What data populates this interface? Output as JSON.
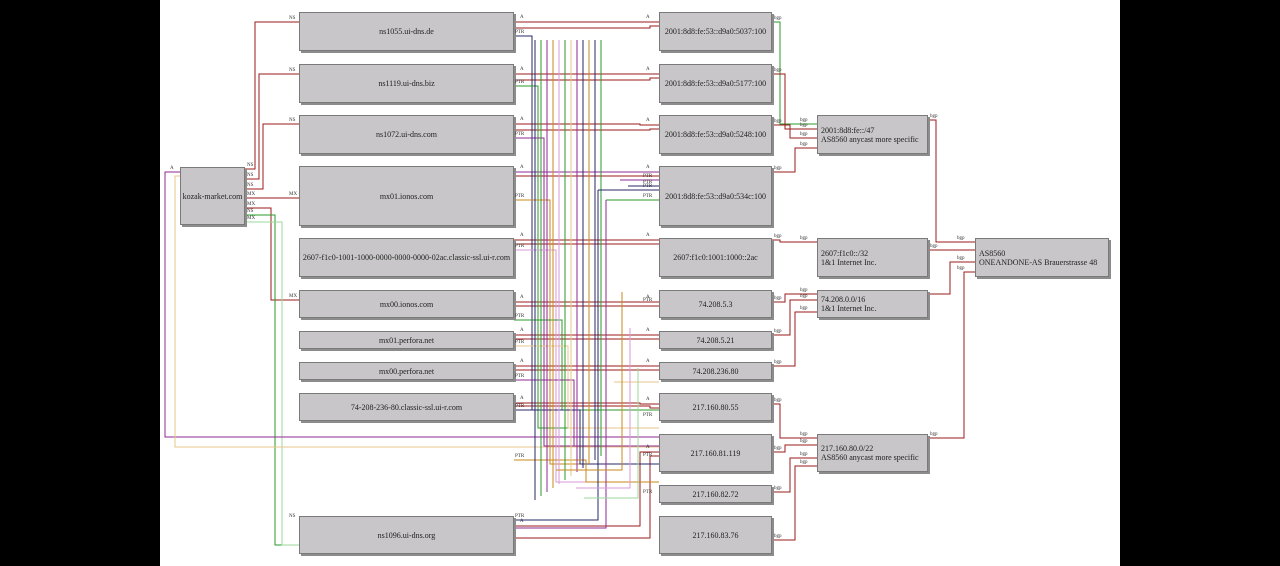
{
  "source": {
    "name": "kozak-market.com"
  },
  "hosts": [
    {
      "key": "ns1055",
      "name": "ns1055.ui-dns.de"
    },
    {
      "key": "ns1119",
      "name": "ns1119.ui-dns.biz"
    },
    {
      "key": "ns1072",
      "name": "ns1072.ui-dns.com"
    },
    {
      "key": "mx01i",
      "name": "mx01.ionos.com"
    },
    {
      "key": "classic6",
      "name": "2607-f1c0-1001-1000-0000-0000-0000-02ac.classic-ssl.ui-r.com"
    },
    {
      "key": "mx00i",
      "name": "mx00.ionos.com"
    },
    {
      "key": "mx01p",
      "name": "mx01.perfora.net"
    },
    {
      "key": "mx00p",
      "name": "mx00.perfora.net"
    },
    {
      "key": "classic4",
      "name": "74-208-236-80.classic-ssl.ui-r.com"
    },
    {
      "key": "ns1096",
      "name": "ns1096.ui-dns.org"
    }
  ],
  "ips": [
    {
      "key": "ip1",
      "name": "2001:8d8:fe:53::d9a0:5037:100"
    },
    {
      "key": "ip2",
      "name": "2001:8d8:fe:53::d9a0:5177:100"
    },
    {
      "key": "ip3",
      "name": "2001:8d8:fe:53::d9a0:5248:100"
    },
    {
      "key": "ip4",
      "name": "2001:8d8:fe:53::d9a0:534c:100"
    },
    {
      "key": "ip5",
      "name": "2607:f1c0:1001:1000::2ac"
    },
    {
      "key": "ip6",
      "name": "74.208.5.3"
    },
    {
      "key": "ip7",
      "name": "74.208.5.21"
    },
    {
      "key": "ip8",
      "name": "74.208.236.80"
    },
    {
      "key": "ip9",
      "name": "217.160.80.55"
    },
    {
      "key": "ip10",
      "name": "217.160.81.119"
    },
    {
      "key": "ip11",
      "name": "217.160.82.72"
    },
    {
      "key": "ip12",
      "name": "217.160.83.76"
    }
  ],
  "prefixes": [
    {
      "key": "p1",
      "line1": "2001:8d8:fe::/47",
      "line2": "AS8560 anycast more specific"
    },
    {
      "key": "p2",
      "line1": "2607:f1c0::/32",
      "line2": "1&1 Internet Inc."
    },
    {
      "key": "p3",
      "line1": "74.208.0.0/16",
      "line2": "1&1 Internet Inc."
    },
    {
      "key": "p4",
      "line1": "217.160.80.0/22",
      "line2": "AS8560 anycast more specific"
    }
  ],
  "asn": {
    "line1": "AS8560",
    "line2": "ONEANDONE-AS Brauerstrasse 48"
  },
  "edge_labels": {
    "ns": "NS",
    "mx": "MX",
    "a": "A",
    "ptr": "PTR",
    "bgp": "bgp"
  },
  "colors": {
    "red": "#9b1b1b",
    "purple": "#8e2a92",
    "green": "#2a9a2a",
    "orange": "#c98a1a",
    "navy": "#27276a",
    "pink": "#d99ad9",
    "lightgreen": "#9bd89b",
    "peach": "#e8c48a"
  }
}
